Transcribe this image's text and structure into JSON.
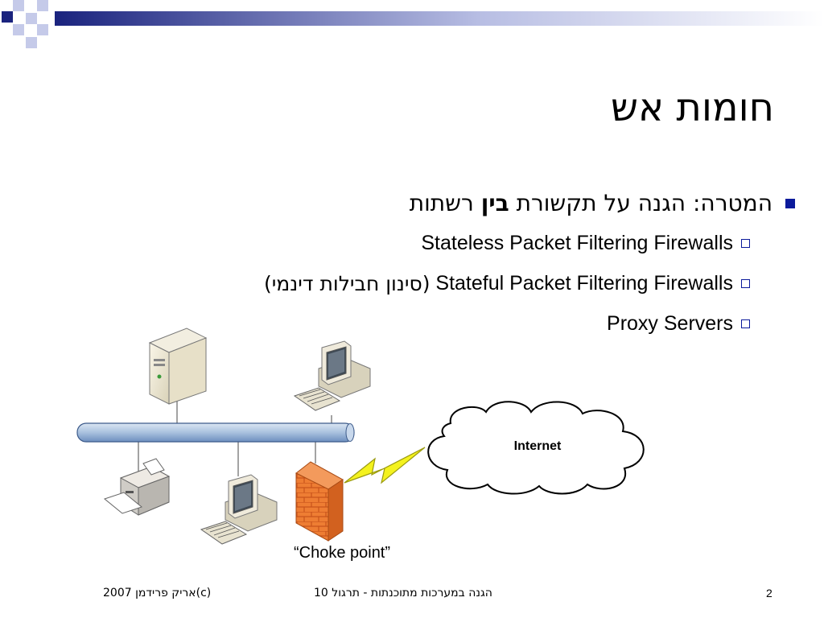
{
  "slide": {
    "title": "חומות אש",
    "main_bullet": {
      "prefix": "המטרה: הגנה על תקשורת",
      "bold": "בין",
      "suffix": "רשתות"
    },
    "sub_bullets": [
      {
        "text": "Stateless Packet Filtering Firewalls",
        "hebrew": ""
      },
      {
        "text": "Stateful Packet Filtering Firewalls",
        "hebrew": "(סינון חבילות דינמי)"
      },
      {
        "text": "Proxy Servers",
        "hebrew": ""
      }
    ],
    "diagram": {
      "cloud_label": "Internet",
      "choke_label": "“Choke point”",
      "icons": [
        "server-icon",
        "desktop-computer-icon",
        "printer-icon",
        "firewall-icon",
        "cloud-icon",
        "lightning-link-icon",
        "network-bus-icon"
      ]
    },
    "footer": {
      "left": "2007 אריק פרידמן(c)",
      "center": "הגנה במערכות מתוכנתות - תרגול 10",
      "page_number": "2"
    },
    "colors": {
      "accent": "#0b1a9b",
      "bus_fill": "#b8cce4",
      "firewall": "#e8742a",
      "bolt": "#f0f020"
    }
  }
}
